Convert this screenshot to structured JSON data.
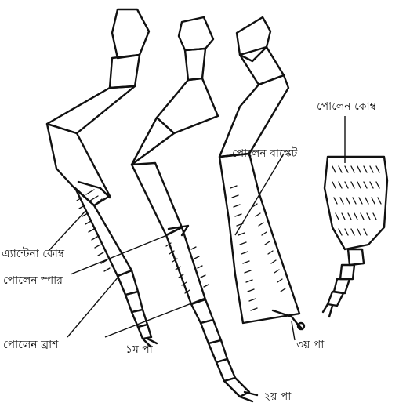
{
  "diagram": {
    "labels": {
      "antenna_comb": "এ্যান্টেনা কোম্ব",
      "pollen_spur": "পোলেন স্পার",
      "pollen_brush": "পোলেন ব্রাশ",
      "pollen_basket": "পোলেন বাস্কেট",
      "pollen_comb": "পোলেন কোম্ব",
      "leg_1": "১ম পা",
      "leg_2": "২য় পা",
      "leg_3": "৩য় পা"
    },
    "ink_color": "#111111"
  }
}
